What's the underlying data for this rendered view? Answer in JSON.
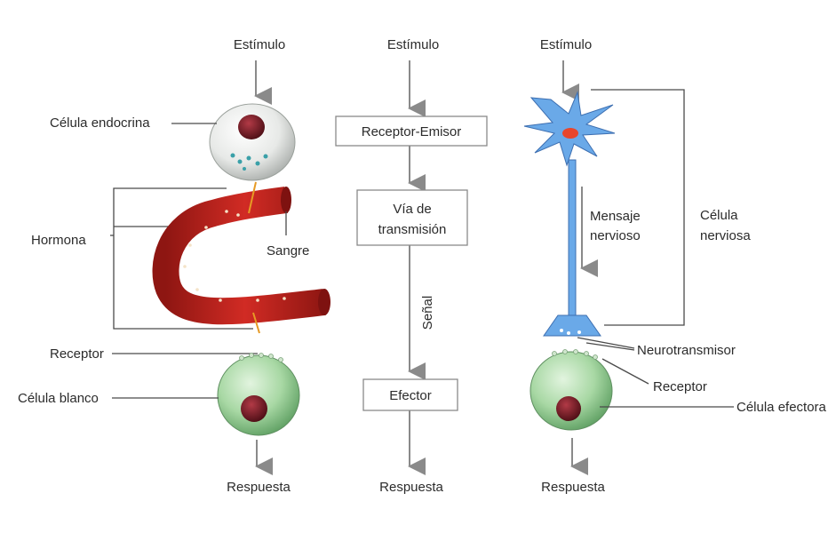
{
  "left": {
    "stimulus": "Estímulo",
    "endocrine_cell": "Célula endocrina",
    "hormone": "Hormona",
    "blood": "Sangre",
    "receptor": "Receptor",
    "target_cell": "Célula blanco",
    "response": "Respuesta"
  },
  "middle": {
    "stimulus": "Estímulo",
    "receptor_emitter": "Receptor-Emisor",
    "pathway_line1": "Vía de",
    "pathway_line2": "transmisión",
    "signal": "Señal",
    "effector": "Efector",
    "response": "Respuesta"
  },
  "right": {
    "stimulus": "Estímulo",
    "message_line1": "Mensaje",
    "message_line2": "nervioso",
    "nerve_cell_line1": "Célula",
    "nerve_cell_line2": "nerviosa",
    "neurotransmitter": "Neurotransmisor",
    "receptor": "Receptor",
    "effector_cell": "Célula efectora",
    "response": "Respuesta"
  },
  "colors": {
    "arrow": "#8a8a8a",
    "line": "#4a4a4a",
    "blood_vessel": "#c0211c",
    "endocrine_cell": "#e9ebe9",
    "target_cell": "#a9d9a6",
    "nucleus": "#6d1a22",
    "neuron": "#6aa9e8",
    "neuron_nucleus": "#e8462c"
  }
}
